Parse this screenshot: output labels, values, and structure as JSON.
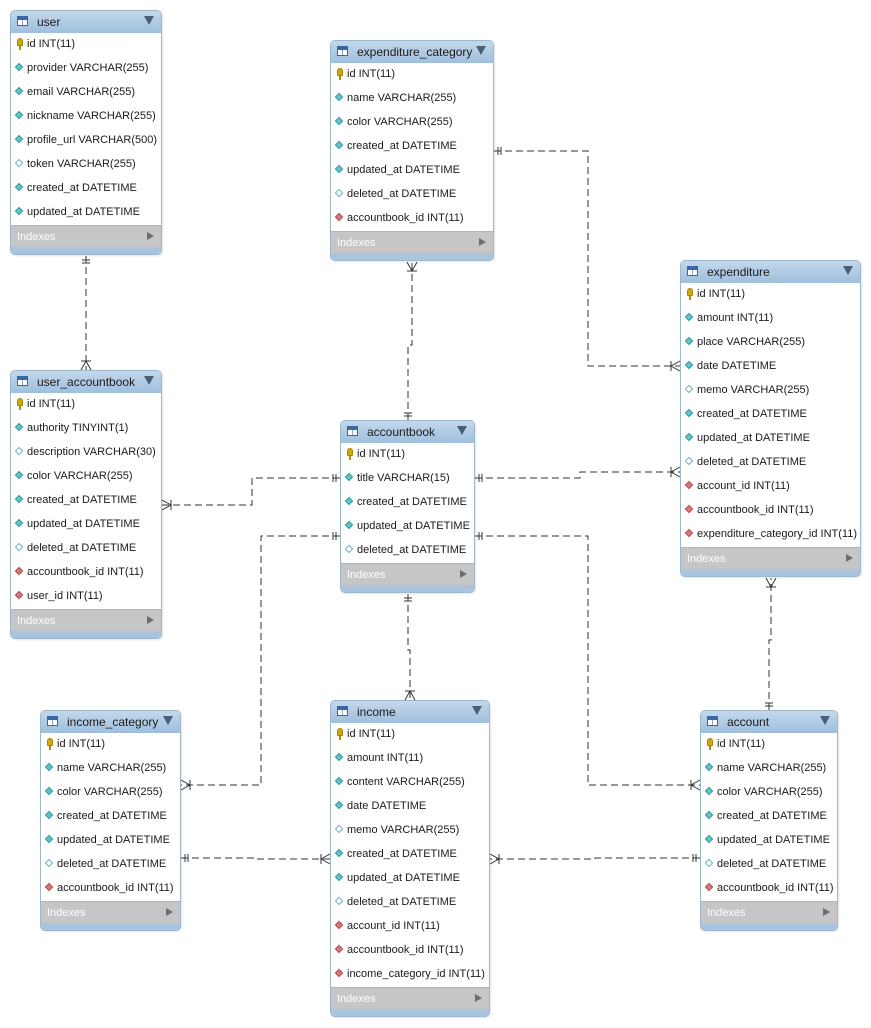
{
  "tables": [
    {
      "id": "user",
      "name": "user",
      "columns": [
        {
          "kind": "pk",
          "text": "id INT(11)"
        },
        {
          "kind": "nn",
          "text": "provider VARCHAR(255)"
        },
        {
          "kind": "nn",
          "text": "email VARCHAR(255)"
        },
        {
          "kind": "nn",
          "text": "nickname VARCHAR(255)"
        },
        {
          "kind": "nn",
          "text": "profile_url VARCHAR(500)"
        },
        {
          "kind": "nullable",
          "text": "token VARCHAR(255)"
        },
        {
          "kind": "nn",
          "text": "created_at DATETIME"
        },
        {
          "kind": "nn",
          "text": "updated_at DATETIME"
        }
      ],
      "indexes_label": "Indexes"
    },
    {
      "id": "expenditure_category",
      "name": "expenditure_category",
      "columns": [
        {
          "kind": "pk",
          "text": "id INT(11)"
        },
        {
          "kind": "nn",
          "text": "name VARCHAR(255)"
        },
        {
          "kind": "nn",
          "text": "color VARCHAR(255)"
        },
        {
          "kind": "nn",
          "text": "created_at DATETIME"
        },
        {
          "kind": "nn",
          "text": "updated_at DATETIME"
        },
        {
          "kind": "nullable",
          "text": "deleted_at DATETIME"
        },
        {
          "kind": "fk",
          "text": "accountbook_id INT(11)"
        }
      ],
      "indexes_label": "Indexes"
    },
    {
      "id": "expenditure",
      "name": "expenditure",
      "columns": [
        {
          "kind": "pk",
          "text": "id INT(11)"
        },
        {
          "kind": "nn",
          "text": "amount INT(11)"
        },
        {
          "kind": "nn",
          "text": "place VARCHAR(255)"
        },
        {
          "kind": "nn",
          "text": "date DATETIME"
        },
        {
          "kind": "nullable",
          "text": "memo VARCHAR(255)"
        },
        {
          "kind": "nn",
          "text": "created_at DATETIME"
        },
        {
          "kind": "nn",
          "text": "updated_at DATETIME"
        },
        {
          "kind": "nullable",
          "text": "deleted_at DATETIME"
        },
        {
          "kind": "fk",
          "text": "account_id INT(11)"
        },
        {
          "kind": "fk",
          "text": "accountbook_id INT(11)"
        },
        {
          "kind": "fk",
          "text": "expenditure_category_id INT(11)"
        }
      ],
      "indexes_label": "Indexes"
    },
    {
      "id": "user_accountbook",
      "name": "user_accountbook",
      "columns": [
        {
          "kind": "pk",
          "text": "id INT(11)"
        },
        {
          "kind": "nn",
          "text": "authority TINYINT(1)"
        },
        {
          "kind": "nullable",
          "text": "description VARCHAR(30)"
        },
        {
          "kind": "nn",
          "text": "color VARCHAR(255)"
        },
        {
          "kind": "nn",
          "text": "created_at DATETIME"
        },
        {
          "kind": "nn",
          "text": "updated_at DATETIME"
        },
        {
          "kind": "nullable",
          "text": "deleted_at DATETIME"
        },
        {
          "kind": "fk",
          "text": "accountbook_id INT(11)"
        },
        {
          "kind": "fk",
          "text": "user_id INT(11)"
        }
      ],
      "indexes_label": "Indexes"
    },
    {
      "id": "accountbook",
      "name": "accountbook",
      "columns": [
        {
          "kind": "pk",
          "text": "id INT(11)"
        },
        {
          "kind": "nn",
          "text": "title VARCHAR(15)"
        },
        {
          "kind": "nn",
          "text": "created_at DATETIME"
        },
        {
          "kind": "nn",
          "text": "updated_at DATETIME"
        },
        {
          "kind": "nullable",
          "text": "deleted_at DATETIME"
        }
      ],
      "indexes_label": "Indexes"
    },
    {
      "id": "income_category",
      "name": "income_category",
      "columns": [
        {
          "kind": "pk",
          "text": "id INT(11)"
        },
        {
          "kind": "nn",
          "text": "name VARCHAR(255)"
        },
        {
          "kind": "nn",
          "text": "color VARCHAR(255)"
        },
        {
          "kind": "nn",
          "text": "created_at DATETIME"
        },
        {
          "kind": "nn",
          "text": "updated_at DATETIME"
        },
        {
          "kind": "nullable",
          "text": "deleted_at DATETIME"
        },
        {
          "kind": "fk",
          "text": "accountbook_id INT(11)"
        }
      ],
      "indexes_label": "Indexes"
    },
    {
      "id": "income",
      "name": "income",
      "columns": [
        {
          "kind": "pk",
          "text": "id INT(11)"
        },
        {
          "kind": "nn",
          "text": "amount INT(11)"
        },
        {
          "kind": "nn",
          "text": "content VARCHAR(255)"
        },
        {
          "kind": "nn",
          "text": "date DATETIME"
        },
        {
          "kind": "nullable",
          "text": "memo VARCHAR(255)"
        },
        {
          "kind": "nn",
          "text": "created_at DATETIME"
        },
        {
          "kind": "nn",
          "text": "updated_at DATETIME"
        },
        {
          "kind": "nullable",
          "text": "deleted_at DATETIME"
        },
        {
          "kind": "fk",
          "text": "account_id INT(11)"
        },
        {
          "kind": "fk",
          "text": "accountbook_id INT(11)"
        },
        {
          "kind": "fk",
          "text": "income_category_id INT(11)"
        }
      ],
      "indexes_label": "Indexes"
    },
    {
      "id": "account",
      "name": "account",
      "columns": [
        {
          "kind": "pk",
          "text": "id INT(11)"
        },
        {
          "kind": "nn",
          "text": "name VARCHAR(255)"
        },
        {
          "kind": "nn",
          "text": "color VARCHAR(255)"
        },
        {
          "kind": "nn",
          "text": "created_at DATETIME"
        },
        {
          "kind": "nn",
          "text": "updated_at DATETIME"
        },
        {
          "kind": "nullable",
          "text": "deleted_at DATETIME"
        },
        {
          "kind": "fk",
          "text": "accountbook_id INT(11)"
        }
      ],
      "indexes_label": "Indexes"
    }
  ],
  "relationships": [
    {
      "from": "user",
      "to": "user_accountbook",
      "cardinality": "one-to-many"
    },
    {
      "from": "accountbook",
      "to": "user_accountbook",
      "cardinality": "one-to-many"
    },
    {
      "from": "accountbook",
      "to": "expenditure_category",
      "cardinality": "one-to-many"
    },
    {
      "from": "expenditure_category",
      "to": "expenditure",
      "cardinality": "one-to-many"
    },
    {
      "from": "accountbook",
      "to": "expenditure",
      "cardinality": "one-to-many"
    },
    {
      "from": "account",
      "to": "expenditure",
      "cardinality": "one-to-many"
    },
    {
      "from": "accountbook",
      "to": "income_category",
      "cardinality": "one-to-many"
    },
    {
      "from": "accountbook",
      "to": "income",
      "cardinality": "one-to-many"
    },
    {
      "from": "accountbook",
      "to": "account",
      "cardinality": "one-to-many"
    },
    {
      "from": "income_category",
      "to": "income",
      "cardinality": "one-to-many"
    },
    {
      "from": "account",
      "to": "income",
      "cardinality": "one-to-many"
    }
  ],
  "colors": {
    "header_gradient_top": "#c3d8ec",
    "header_gradient_bottom": "#9fbfdc",
    "primary_key": "#d2a80c",
    "not_null_column": "#5fc4c9",
    "foreign_key": "#d9787a",
    "indexes_bar": "#c6c6c6",
    "relationship_line": "#333333"
  }
}
